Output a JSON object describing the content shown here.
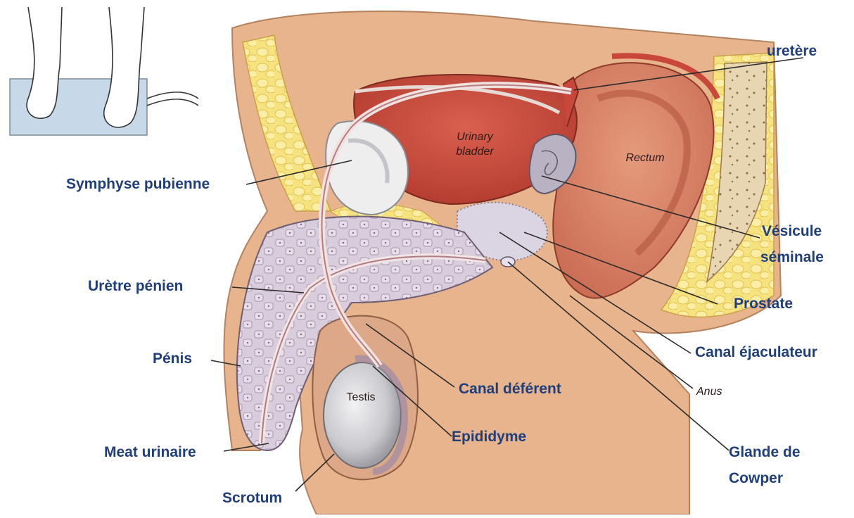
{
  "labels": {
    "uretere": "uretère",
    "symphyse": "Symphyse pubienne",
    "vesicule_1": "Vésicule",
    "vesicule_2": "séminale",
    "uretre_penien": "Urètre pénien",
    "prostate": "Prostate",
    "penis": "Pénis",
    "canal_ejaculateur": "Canal éjaculateur",
    "canal_deferent": "Canal déférent",
    "anus": "Anus",
    "epididyme": "Epididyme",
    "meat_urinaire": "Meat urinaire",
    "glande_1": "Glande de",
    "glande_2": "Cowper",
    "scrotum": "Scrotum"
  },
  "inner_labels": {
    "bladder_1": "Urinary",
    "bladder_2": "bladder",
    "rectum": "Rectum",
    "testis": "Testis"
  },
  "colors": {
    "label_text": "#1f3e7a",
    "skin": "#e7b48d",
    "fat": "#f5e07a",
    "muscle": "#cf5a4c",
    "bladder": "#c8473a",
    "erectile": "#cfc0d3",
    "leader_line": "#2b2b2b"
  }
}
